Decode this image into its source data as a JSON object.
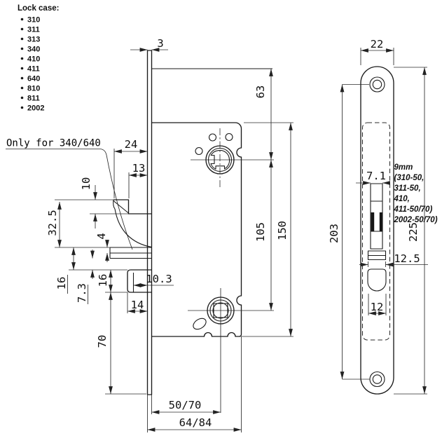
{
  "title_block": {
    "heading": "Lock case:",
    "items": [
      "310",
      "311",
      "313",
      "340",
      "410",
      "411",
      "640",
      "810",
      "811",
      "2002"
    ]
  },
  "callouts": {
    "only_for": "Only for 340/640",
    "cylinder_note": [
      "9mm",
      "(310-50,",
      "311-50,",
      "410,",
      "411-50/70)",
      "2002-50/70)"
    ]
  },
  "side_view": {
    "dims": {
      "faceplate_thickness": "3",
      "latch_protrusion": "24",
      "deadlock_protrusion": "13",
      "latch_bevel": "10",
      "latch_height": "32.5",
      "aux_bolt_height": "4",
      "aux_to_deadbolt": "16",
      "plate_gap": "7.3",
      "deadbolt_height": "16",
      "deadbolt_inner": "10.3",
      "deadbolt_length": "14",
      "deadbolt_to_plate_end": "70",
      "top_to_cylinder": "63",
      "cylinder_to_spindle": "105",
      "case_height": "150",
      "backset": "50/70",
      "case_depth": "64/84"
    }
  },
  "front_view": {
    "dims": {
      "faceplate_width": "22",
      "latch_slot_width": "7.1",
      "screw_distance": "203",
      "faceplate_length": "225",
      "aux_slot_width": "12.5",
      "deadbolt_slot_width": "12"
    }
  },
  "colors": {
    "line_color": "#1a1a1a",
    "background": "#ffffff"
  }
}
